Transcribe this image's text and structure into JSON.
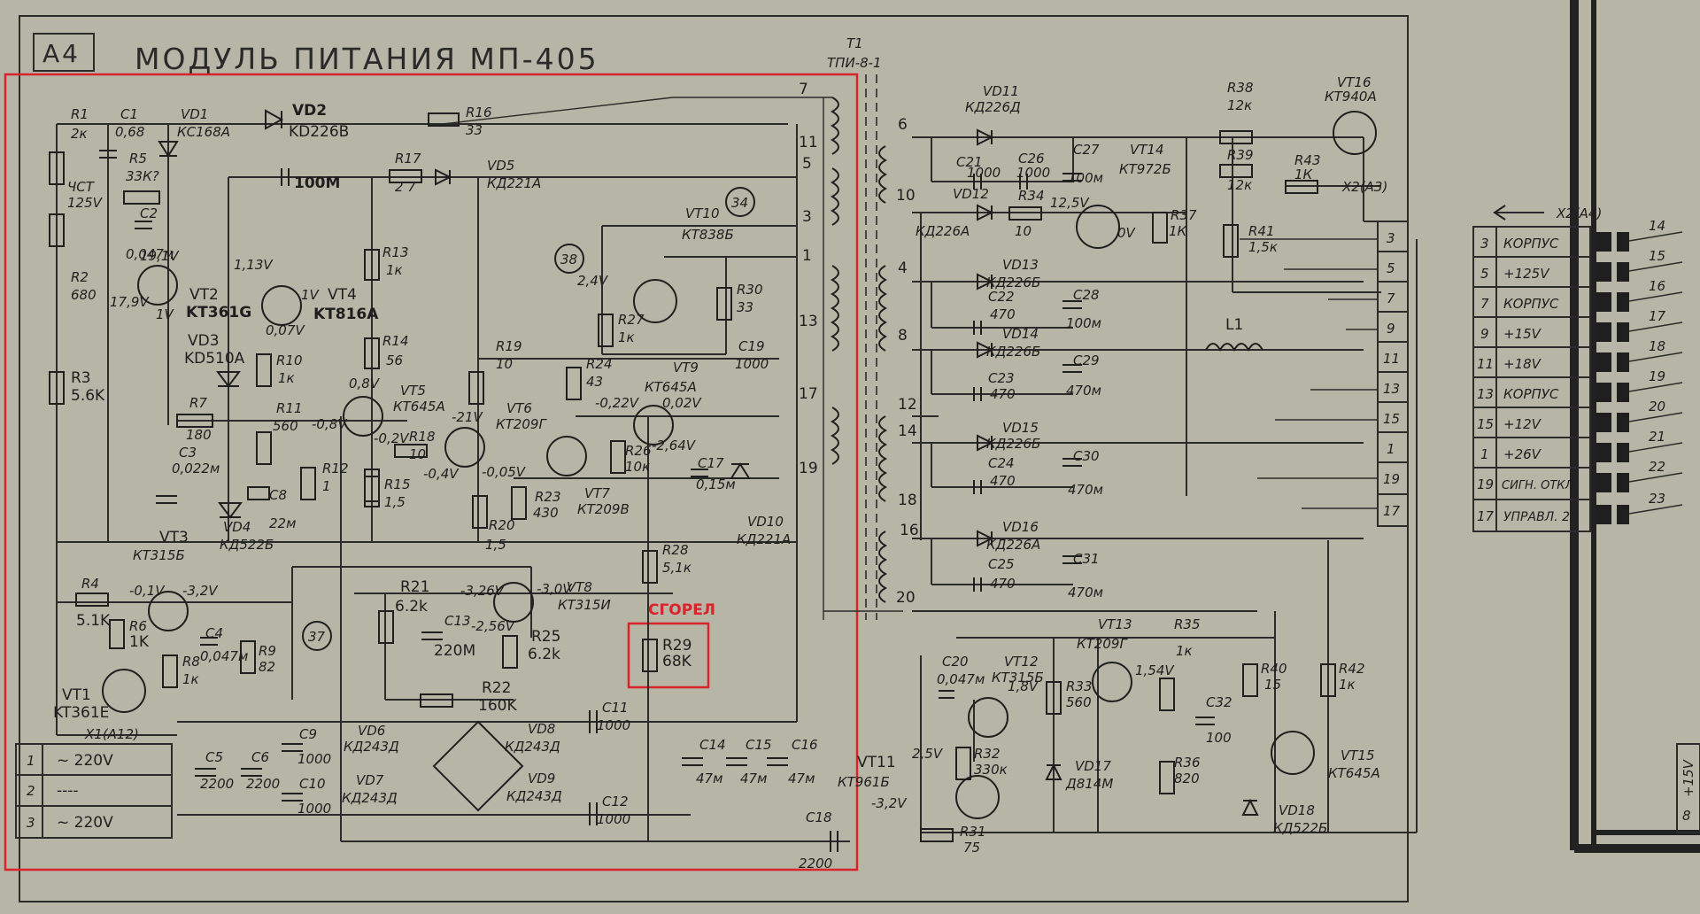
{
  "header": {
    "block_code": "A4",
    "title": "МОДУЛЬ ПИТАНИЯ МП-405"
  },
  "colors": {
    "paper": "#b7b5a6",
    "ink": "#2b2b2b",
    "highlight": "#d8242a"
  },
  "annotation": {
    "burned_label": "СГОРЕЛ"
  },
  "transformer": {
    "ref": "T1",
    "type": "ТПИ-8-1",
    "primary_pins": [
      "7",
      "11",
      "5",
      "3",
      "1",
      "13",
      "17",
      "19"
    ],
    "secondary_pins": [
      "6",
      "10",
      "4",
      "8",
      "12",
      "14",
      "18",
      "16",
      "20"
    ]
  },
  "components_left": [
    {
      "ref": "R1",
      "value": "2к"
    },
    {
      "ref": "C1",
      "value": "0,68"
    },
    {
      "ref": "VD1",
      "value": "КС168А"
    },
    {
      "ref": "VD2",
      "value": "KD226B"
    },
    {
      "ref": "R16",
      "value": "33"
    },
    {
      "ref": "R5",
      "value": "33К?"
    },
    {
      "ref": "C2",
      "value": "0,047м"
    },
    {
      "ref": "ЧСТ",
      "value": "125V"
    },
    {
      "ref": "R2",
      "value": "680"
    },
    {
      "ref": "R3",
      "value": "5.6K"
    },
    {
      "ref": "VT2",
      "value": "KT361G"
    },
    {
      "ref": "VD3",
      "value": "KD510A"
    },
    {
      "ref": "C_100",
      "value": "100M"
    },
    {
      "ref": "R17",
      "value": "2 7"
    },
    {
      "ref": "VD5",
      "value": "КД221А"
    },
    {
      "ref": "R13",
      "value": "1к"
    },
    {
      "ref": "VT4",
      "value": "KT816A"
    },
    {
      "ref": "R14",
      "value": "56"
    },
    {
      "ref": "R10",
      "value": "1к"
    },
    {
      "ref": "R11",
      "value": "560"
    },
    {
      "ref": "R7",
      "value": "180"
    },
    {
      "ref": "C3",
      "value": "0,022м"
    },
    {
      "ref": "R12",
      "value": "1"
    },
    {
      "ref": "C8",
      "value": "22м"
    },
    {
      "ref": "VT5",
      "value": "КТ645А"
    },
    {
      "ref": "R18",
      "value": "10"
    },
    {
      "ref": "R15",
      "value": "1,5"
    },
    {
      "ref": "R19",
      "value": "10"
    },
    {
      "ref": "VT6",
      "value": "КТ209Г"
    },
    {
      "ref": "R20",
      "value": "1,5"
    },
    {
      "ref": "R23",
      "value": "430"
    },
    {
      "ref": "R24",
      "value": "43"
    },
    {
      "ref": "VT7",
      "value": "КТ209В"
    },
    {
      "ref": "VT10",
      "value": "КТ838Б"
    },
    {
      "ref": "R27",
      "value": "1к"
    },
    {
      "ref": "R30",
      "value": "33"
    },
    {
      "ref": "C19",
      "value": "1000"
    },
    {
      "ref": "VT9",
      "value": "КТ645А"
    },
    {
      "ref": "R26",
      "value": "10к"
    },
    {
      "ref": "C17",
      "value": "0,15м"
    },
    {
      "ref": "VD10",
      "value": "КД221А"
    },
    {
      "ref": "R28",
      "value": "5,1к"
    },
    {
      "ref": "R29",
      "value": "68K"
    },
    {
      "ref": "VT3",
      "value": "КТ315Б"
    },
    {
      "ref": "VD4",
      "value": "КД522Б"
    },
    {
      "ref": "R4",
      "value": "5.1K"
    },
    {
      "ref": "R6",
      "value": "1K"
    },
    {
      "ref": "R8",
      "value": "1к"
    },
    {
      "ref": "C4",
      "value": "0,047м"
    },
    {
      "ref": "R9",
      "value": "82"
    },
    {
      "ref": "VT1",
      "value": "KT361E"
    },
    {
      "ref": "R21",
      "value": "6.2k"
    },
    {
      "ref": "C13",
      "value": "220M"
    },
    {
      "ref": "VT8",
      "value": "КТ315И"
    },
    {
      "ref": "R25",
      "value": "6.2k"
    },
    {
      "ref": "R22",
      "value": "160K"
    },
    {
      "ref": "C11",
      "value": "1000"
    },
    {
      "ref": "C12",
      "value": "1000"
    },
    {
      "ref": "VD6",
      "value": "КД243Д"
    },
    {
      "ref": "VD7",
      "value": "КД243Д"
    },
    {
      "ref": "VD8",
      "value": "КД243Д"
    },
    {
      "ref": "VD9",
      "value": "КД243Д"
    },
    {
      "ref": "C5",
      "value": "2200"
    },
    {
      "ref": "C6",
      "value": "2200"
    },
    {
      "ref": "C9",
      "value": "1000"
    },
    {
      "ref": "C10",
      "value": "1000"
    },
    {
      "ref": "C14",
      "value": "47м"
    },
    {
      "ref": "C15",
      "value": "47м"
    },
    {
      "ref": "C16",
      "value": "47м"
    },
    {
      "ref": "C18",
      "value": "2200"
    }
  ],
  "voltages": [
    "19,1V",
    "17,9V",
    "1V",
    "1,13V",
    "1V",
    "0,07V",
    "0,8V",
    "-0,8V",
    "-21V",
    "-0,2V",
    "-0,4V",
    "-0,05V",
    "-0,22V",
    "0,02V",
    "-2,64V",
    "-0,1V",
    "-3,2V",
    "-3,26V",
    "-3,0V",
    "-2,56V",
    "2,4V",
    "12,5V",
    "0V",
    "1,8V",
    "1,54V",
    "2,5V",
    "-3,2V"
  ],
  "test_points": [
    "34",
    "38",
    "37"
  ],
  "mains_connector": {
    "ref": "X1(A12)",
    "rows": [
      {
        "pin": "1",
        "label": "~ 220V"
      },
      {
        "pin": "2",
        "label": "----"
      },
      {
        "pin": "3",
        "label": "~ 220V"
      }
    ]
  },
  "components_right": [
    {
      "ref": "VD11",
      "value": "КД226Д"
    },
    {
      "ref": "C21",
      "value": "1000"
    },
    {
      "ref": "C26",
      "value": "1000"
    },
    {
      "ref": "C27",
      "value": "100м"
    },
    {
      "ref": "VT14",
      "value": "КТ972Б"
    },
    {
      "ref": "VD12",
      "value": "КД226А"
    },
    {
      "ref": "R34",
      "value": "10"
    },
    {
      "ref": "R37",
      "value": "1К"
    },
    {
      "ref": "VD13",
      "value": "КД226Б"
    },
    {
      "ref": "C22",
      "value": "470"
    },
    {
      "ref": "C28",
      "value": "100м"
    },
    {
      "ref": "VD14",
      "value": "КД226Б"
    },
    {
      "ref": "C23",
      "value": "470"
    },
    {
      "ref": "C29",
      "value": "470м"
    },
    {
      "ref": "L1",
      "value": ""
    },
    {
      "ref": "VD15",
      "value": "КД226Б"
    },
    {
      "ref": "C24",
      "value": "470"
    },
    {
      "ref": "C30",
      "value": "470м"
    },
    {
      "ref": "VD16",
      "value": "КД226А"
    },
    {
      "ref": "C25",
      "value": "470"
    },
    {
      "ref": "C31",
      "value": "470м"
    },
    {
      "ref": "R38",
      "value": "12к"
    },
    {
      "ref": "R39",
      "value": "12к"
    },
    {
      "ref": "VT16",
      "value": "КТ940А"
    },
    {
      "ref": "R43",
      "value": "1К"
    },
    {
      "ref": "R41",
      "value": "1,5к"
    },
    {
      "ref": "VT11",
      "value": "КТ961Б"
    },
    {
      "ref": "C20",
      "value": "0,047м"
    },
    {
      "ref": "VT12",
      "value": "КТ315Б"
    },
    {
      "ref": "R32",
      "value": "330к"
    },
    {
      "ref": "R31",
      "value": "75"
    },
    {
      "ref": "VT13",
      "value": "КТ209Г"
    },
    {
      "ref": "R33",
      "value": "560"
    },
    {
      "ref": "VD17",
      "value": "Д814М"
    },
    {
      "ref": "R35",
      "value": "1к"
    },
    {
      "ref": "R36",
      "value": "820"
    },
    {
      "ref": "C32",
      "value": "100"
    },
    {
      "ref": "R40",
      "value": "15"
    },
    {
      "ref": "R42",
      "value": "1к"
    },
    {
      "ref": "VT15",
      "value": "КТ645А"
    },
    {
      "ref": "VD18",
      "value": "КД522Б"
    }
  ],
  "connector_x2a3": {
    "ref": "X2(A3)",
    "pins": [
      "3",
      "5",
      "7",
      "9",
      "11",
      "13",
      "15",
      "1",
      "19",
      "17"
    ]
  },
  "connector_x2a4": {
    "ref": "X2(A4)",
    "rows": [
      {
        "pin": "3",
        "label": "КОРПУС",
        "out": "14"
      },
      {
        "pin": "5",
        "label": "+125V",
        "out": "15"
      },
      {
        "pin": "7",
        "label": "КОРПУС",
        "out": "16"
      },
      {
        "pin": "9",
        "label": "+15V",
        "out": "17"
      },
      {
        "pin": "11",
        "label": "+18V",
        "out": "18"
      },
      {
        "pin": "13",
        "label": "КОРПУС",
        "out": "19"
      },
      {
        "pin": "15",
        "label": "+12V",
        "out": "20"
      },
      {
        "pin": "1",
        "label": "+26V",
        "out": "21"
      },
      {
        "pin": "19",
        "label": "СИГН. ОТКЛ.",
        "out": "22"
      },
      {
        "pin": "17",
        "label": "УПРАВЛ. 2",
        "out": "23"
      }
    ]
  },
  "edge_labels": {
    "plus15v": "+15V",
    "pin8": "8"
  }
}
